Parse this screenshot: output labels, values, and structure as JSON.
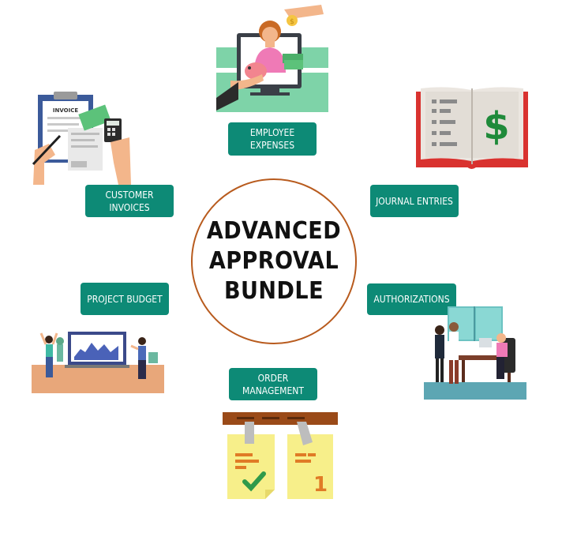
{
  "center": {
    "line1": "ADVANCED",
    "line2": "APPROVAL",
    "line3": "BUNDLE"
  },
  "nodes": {
    "employee_expenses": {
      "line1": "EMPLOYEE",
      "line2": "EXPENSES"
    },
    "journal_entries": {
      "line1": "JOURNAL ENTRIES"
    },
    "authorizations": {
      "line1": "AUTHORIZATIONS"
    },
    "order_management": {
      "line1": "ORDER",
      "line2": "MANAGEMENT"
    },
    "project_budget": {
      "line1": "PROJECT BUDGET"
    },
    "customer_invoices": {
      "line1": "CUSTOMER",
      "line2": "INVOICES"
    }
  },
  "illustrations": {
    "invoice_doc_text": "INVOICE",
    "book_symbol": "$",
    "order_ticket_number": "1"
  },
  "colors": {
    "label_bg": "#0d8a76",
    "circle_border": "#b85b1e"
  }
}
